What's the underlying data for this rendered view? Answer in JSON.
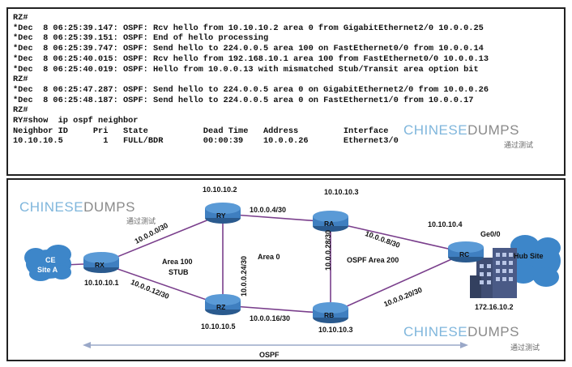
{
  "terminal": {
    "lines": [
      "RZ#",
      "*Dec  8 06:25:39.147: OSPF: Rcv hello from 10.10.10.2 area 0 from GigabitEthernet2/0 10.0.0.25",
      "*Dec  8 06:25:39.151: OSPF: End of hello processing",
      "*Dec  8 06:25:39.747: OSPF: Send hello to 224.0.0.5 area 100 on FastEthernet0/0 from 10.0.0.14",
      "*Dec  8 06:25:40.015: OSPF: Rcv hello from 192.168.10.1 area 100 from FastEthernet0/0 10.0.0.13",
      "*Dec  8 06:25:40.019: OSPF: Hello from 10.0.0.13 with mismatched Stub/Transit area option bit",
      "RZ#",
      "*Dec  8 06:25:47.287: OSPF: Send hello to 224.0.0.5 area 0 on GigabitEthernet2/0 from 10.0.0.26",
      "*Dec  8 06:25:48.187: OSPF: Send hello to 224.0.0.5 area 0 on FastEthernet1/0 from 10.0.0.17",
      "RZ#",
      "",
      "RY#show  ip ospf neighbor",
      "Neighbor ID     Pri   State           Dead Time   Address         Interface",
      "10.10.10.5        1   FULL/BDR        00:00:39    10.0.0.26       Ethernet3/0"
    ],
    "watermark": {
      "part1": "CHINESE",
      "part2": "DUMPS",
      "sub": "通过测试"
    }
  },
  "diagram": {
    "routers": [
      {
        "id": "rx",
        "name": "RX",
        "rid": "10.10.10.1"
      },
      {
        "id": "ry",
        "name": "RY",
        "rid": "10.10.10.2"
      },
      {
        "id": "rz",
        "name": "RZ",
        "rid": "10.10.10.5"
      },
      {
        "id": "ra",
        "name": "RA",
        "rid": "10.10.10.3"
      },
      {
        "id": "rb",
        "name": "RB",
        "rid": "10.10.10.3"
      },
      {
        "id": "rc",
        "name": "RC",
        "rid": "10.10.10.4"
      }
    ],
    "links": [
      {
        "id": "rx-ry",
        "label": "10.0.0.0/30"
      },
      {
        "id": "rx-rz",
        "label": "10.0.0.12/30"
      },
      {
        "id": "ry-ra",
        "label": "10.0.0.4/30"
      },
      {
        "id": "ry-rz",
        "label": "10.0.0.24/30"
      },
      {
        "id": "ra-rb",
        "label": "10.0.0.28/30"
      },
      {
        "id": "rz-rb",
        "label": "10.0.0.16/30"
      },
      {
        "id": "ra-rc",
        "label": "10.0.0.8/30"
      },
      {
        "id": "rb-rc",
        "label": "10.0.0.20/30"
      }
    ],
    "areas": {
      "stub_line1": "Area 100",
      "stub_line2": "STUB",
      "area0": "Area 0",
      "area200": "OSPF Area 200"
    },
    "ce_site": {
      "line1": "CE",
      "line2": "Site A"
    },
    "hub_site": {
      "label": "Hub Site",
      "ip": "172.16.10.2"
    },
    "gig_label": "Ge0/0",
    "ospf_label": "OSPF",
    "watermark": {
      "part1": "CHINESE",
      "part2": "DUMPS",
      "sub": "通过测试"
    },
    "colors": {
      "router_fill": "#3f7fc0",
      "router_dark": "#2a5a8e",
      "cloud": "#3d86c9",
      "building": "#3f4d73"
    }
  }
}
